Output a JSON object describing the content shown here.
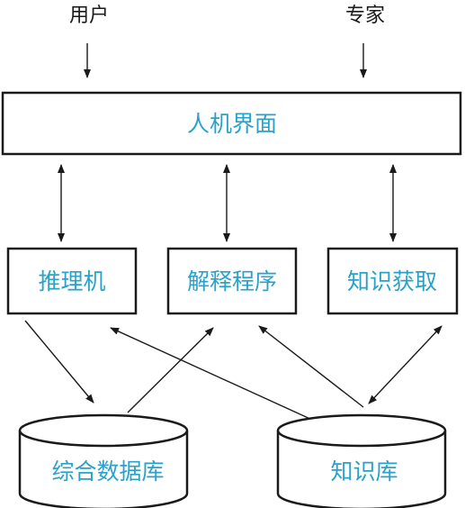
{
  "external": {
    "user": "用户",
    "expert": "专家"
  },
  "interface": {
    "label": "人机界面"
  },
  "modules": {
    "inference_engine": "推理机",
    "explanation": "解释程序",
    "knowledge_acquisition": "知识获取"
  },
  "stores": {
    "database": "综合数据库",
    "knowledge_base": "知识库"
  },
  "colors": {
    "label_text": "#2aa1c9",
    "lines": "#1a1a1a"
  }
}
